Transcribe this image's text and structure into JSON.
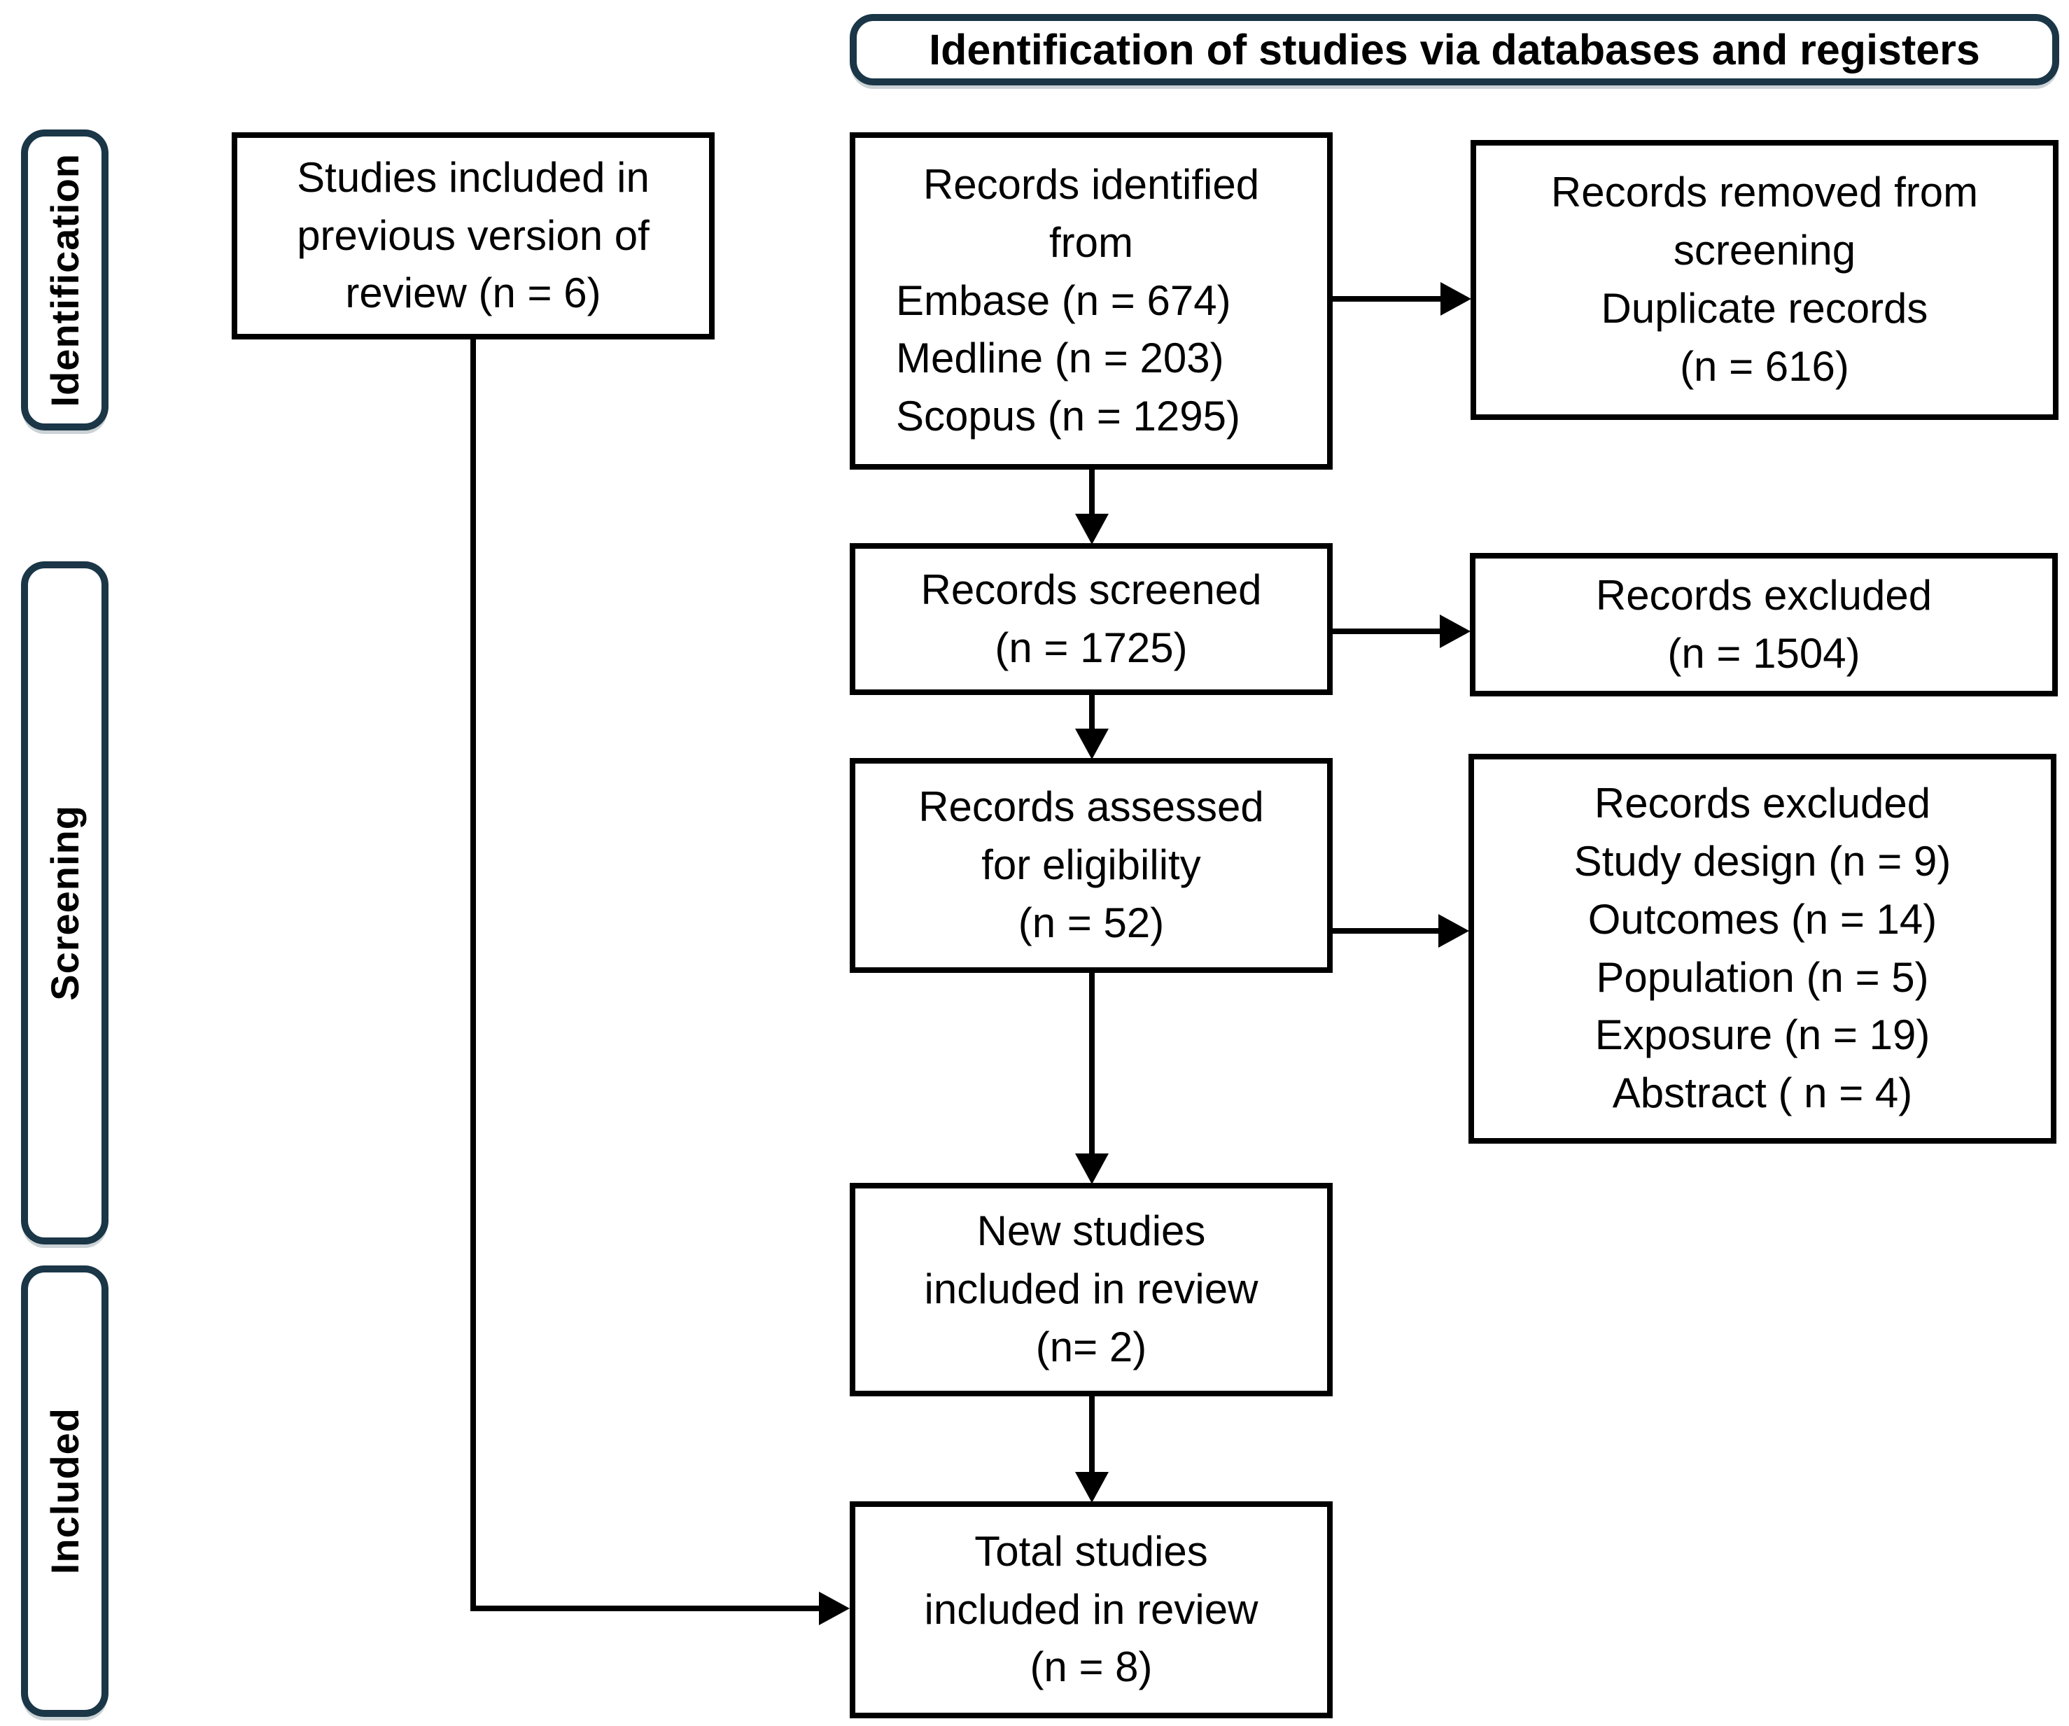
{
  "title": {
    "text": "Identification of studies via databases and registers"
  },
  "stages": [
    {
      "label": "Identification"
    },
    {
      "label": "Screening"
    },
    {
      "label": "Included"
    }
  ],
  "boxes": {
    "previous_version": {
      "text": "Studies included in\nprevious version of\nreview (n = 6)"
    },
    "records_identified": {
      "header": "Records identified\nfrom",
      "sources": [
        "Embase (n = 674)",
        "Medline (n = 203)",
        "Scopus (n = 1295)"
      ]
    },
    "records_removed": {
      "text": "Records removed from\nscreening\nDuplicate records\n(n = 616)"
    },
    "records_screened": {
      "text": "Records screened\n(n = 1725)"
    },
    "records_excluded": {
      "text": "Records excluded\n(n = 1504)"
    },
    "records_assessed": {
      "text": "Records assessed\nfor eligibility\n(n = 52)"
    },
    "exclusion_reasons": {
      "header": "Records excluded",
      "reasons": [
        "Study design (n = 9)",
        "Outcomes (n = 14)",
        "Population (n = 5)",
        "Exposure (n = 19)",
        "Abstract ( n = 4)"
      ]
    },
    "new_studies": {
      "text": "New studies\nincluded in review\n(n= 2)"
    },
    "total_studies": {
      "text": "Total studies\nincluded in review\n(n = 8)"
    }
  },
  "colors": {
    "accent_border": "#1a3647",
    "box_border": "#000000",
    "background": "#ffffff",
    "text": "#000000"
  }
}
